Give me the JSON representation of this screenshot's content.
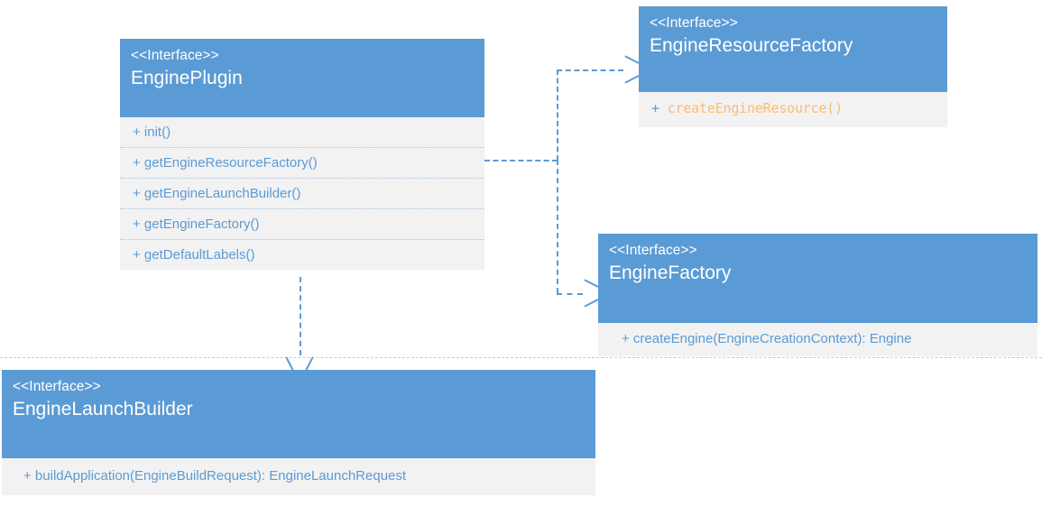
{
  "diagram": {
    "type": "uml-class-diagram",
    "title": "",
    "colors": {
      "header_bg": "#5B9BD5",
      "header_text": "#FFFFFF",
      "body_bg": "#F2F2F2",
      "member_text": "#5B9BD5",
      "member_text_highlight": "#FBBD72",
      "connector": "#5B9BD5",
      "page_divider": "#C9C9C9",
      "canvas_bg": "#FFFFFF"
    },
    "classes": [
      {
        "id": "engine-plugin",
        "stereotype": "<<Interface>>",
        "name": "EnginePlugin",
        "members": [
          "+ init()",
          "+ getEngineResourceFactory()",
          "+ getEngineLaunchBuilder()",
          "+ getEngineFactory()",
          "+ getDefaultLabels()"
        ]
      },
      {
        "id": "engine-resource-factory",
        "stereotype": "<<Interface>>",
        "name": "EngineResourceFactory",
        "members_mono": [
          {
            "visibility": "+",
            "signature": "createEngineResource()"
          }
        ]
      },
      {
        "id": "engine-factory",
        "stereotype": "<<Interface>>",
        "name": "EngineFactory",
        "members": [
          "+ createEngine(EngineCreationContext): Engine"
        ]
      },
      {
        "id": "engine-launch-builder",
        "stereotype": "<<Interface>>",
        "name": "EngineLaunchBuilder",
        "members": [
          "+ buildApplication(EngineBuildRequest): EngineLaunchRequest"
        ]
      }
    ],
    "relationships": [
      {
        "id": "plugin-to-resource-factory",
        "from": "EnginePlugin",
        "to": "EngineResourceFactory",
        "style": "dashed",
        "arrow": "open",
        "kind": "dependency"
      },
      {
        "id": "plugin-to-engine-factory",
        "from": "EnginePlugin",
        "to": "EngineFactory",
        "style": "dashed",
        "arrow": "open",
        "kind": "dependency"
      },
      {
        "id": "plugin-to-launch-builder",
        "from": "EnginePlugin",
        "to": "EngineLaunchBuilder",
        "style": "dashed",
        "arrow": "open",
        "kind": "dependency"
      }
    ]
  }
}
